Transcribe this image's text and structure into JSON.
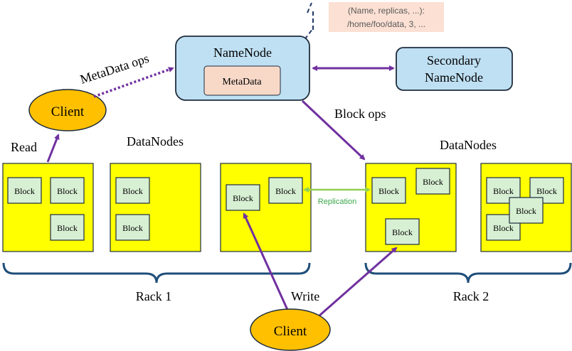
{
  "namenode": {
    "label": "NameNode",
    "metadata_label": "MetaData"
  },
  "secondary": {
    "line1": "Secondary",
    "line2": "NameNode"
  },
  "metadata_note": {
    "line1": "(Name, replicas, ...):",
    "line2": "/home/foo/data, 3, ..."
  },
  "clients": {
    "top": "Client",
    "bottom": "Client"
  },
  "labels": {
    "metadata_ops": "MetaData ops",
    "block_ops": "Block ops",
    "read": "Read",
    "write": "Write",
    "replication": "Replication",
    "datanodes_left": "DataNodes",
    "datanodes_right": "DataNodes",
    "rack1": "Rack 1",
    "rack2": "Rack 2"
  },
  "block_label": "Block",
  "colors": {
    "namenode_fill": "#bfe0f3",
    "metadata_fill": "#f8d9c8",
    "datanode_fill": "#ffff00",
    "block_fill": "#d7efd3",
    "client_fill": "#ffc000",
    "arrow_purple": "#7030a0",
    "replication_green": "#92d050",
    "brace_blue": "#1f4e79"
  }
}
